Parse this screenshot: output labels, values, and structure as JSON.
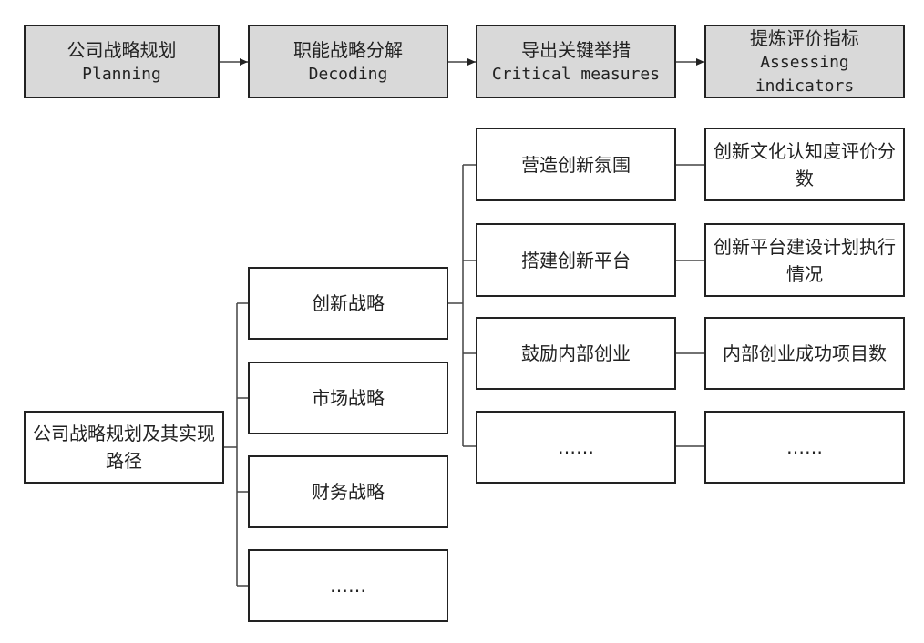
{
  "header": {
    "steps": [
      {
        "cn": "公司战略规划",
        "en": "Planning"
      },
      {
        "cn": "职能战略分解",
        "en": "Decoding"
      },
      {
        "cn": "导出关键举措",
        "en": "Critical measures"
      },
      {
        "cn": "提炼评价指标",
        "en": "Assessing indicators"
      }
    ]
  },
  "root": {
    "label": "公司战略规划及其实现路径"
  },
  "functional_strategies": [
    "创新战略",
    "市场战略",
    "财务战略",
    "……"
  ],
  "key_measures": [
    "营造创新氛围",
    "搭建创新平台",
    "鼓励内部创业",
    "……"
  ],
  "indicators": [
    "创新文化认知度评价分数",
    "创新平台建设计划执行情况",
    "内部创业成功项目数",
    "……"
  ]
}
